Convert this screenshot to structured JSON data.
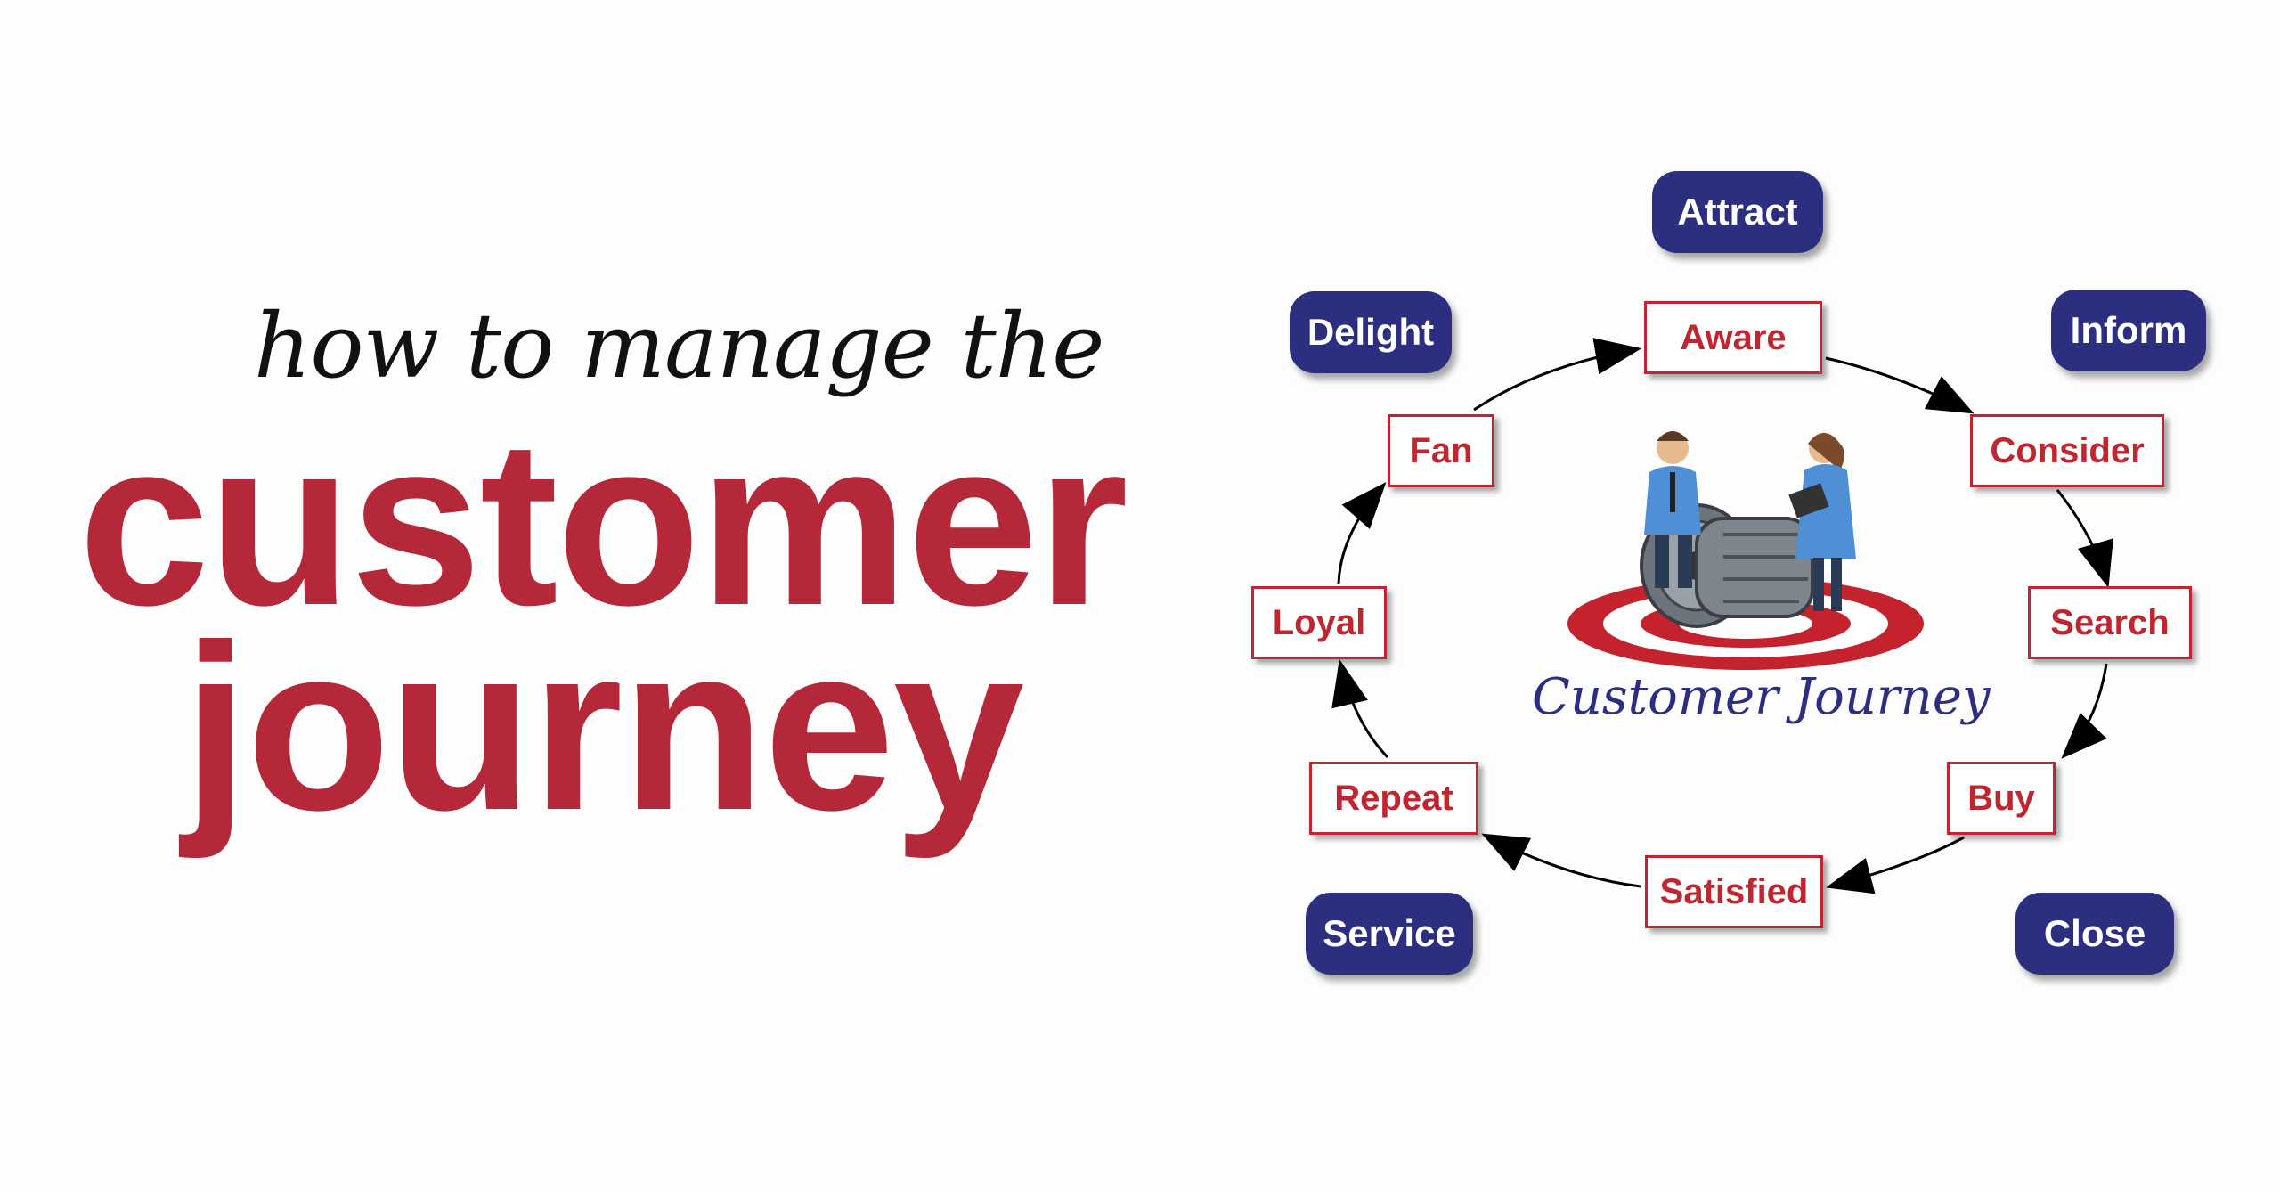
{
  "headline": {
    "subtitle": "how to manage the",
    "line1": "customer",
    "line2": "journey"
  },
  "diagram": {
    "center_title": "Customer Journey",
    "stages": [
      "Aware",
      "Consider",
      "Search",
      "Buy",
      "Satisfied",
      "Repeat",
      "Loyal",
      "Fan"
    ],
    "phases": [
      "Attract",
      "Inform",
      "Close",
      "Service",
      "Delight"
    ],
    "colors": {
      "stage_border": "#c0262f",
      "stage_text": "#c0262f",
      "phase_fill": "#2c2f80",
      "phase_text": "#ffffff",
      "headline_red": "#b5283a",
      "target_red": "#c4222c"
    },
    "illustration": "two-figures-with-jet-engine-on-target"
  }
}
